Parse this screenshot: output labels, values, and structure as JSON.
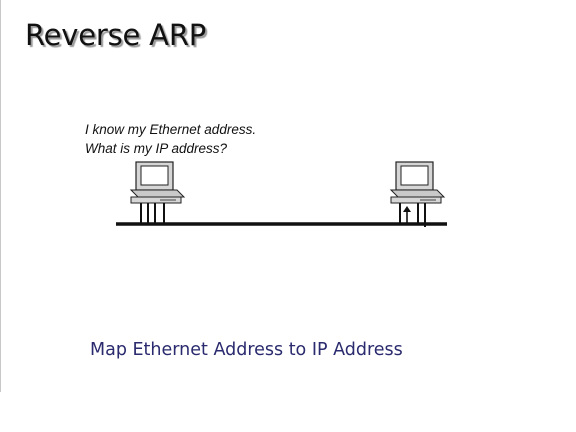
{
  "slide": {
    "title": "Reverse ARP",
    "note_line1": "I know my Ethernet address.",
    "note_line2": "What is my IP address?",
    "caption": "Map Ethernet Address to IP Address"
  },
  "diagram": {
    "nodes": [
      {
        "role": "requesting host",
        "icon": "desktop-computer-icon"
      },
      {
        "role": "rarp server",
        "icon": "desktop-computer-icon"
      }
    ],
    "link": "ethernet-bus",
    "signal": "reply arrow up to server"
  },
  "colors": {
    "caption": "#2a2a6e",
    "computer_body": "#d6d6d6",
    "screen": "#ffffff",
    "bus": "#111111"
  }
}
